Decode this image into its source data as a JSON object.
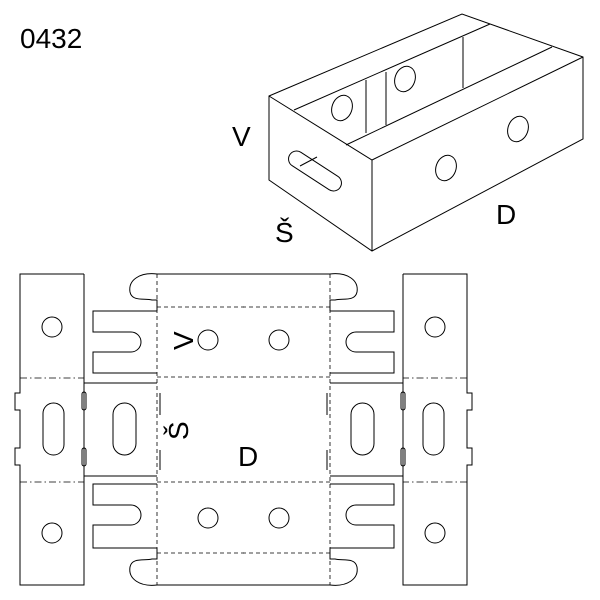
{
  "model_code": "0432",
  "box_view": {
    "height_label": "V",
    "width_label": "Š",
    "length_label": "D"
  },
  "flat_layout": {
    "height_label": "V",
    "width_label": "Š",
    "length_label": "D"
  }
}
